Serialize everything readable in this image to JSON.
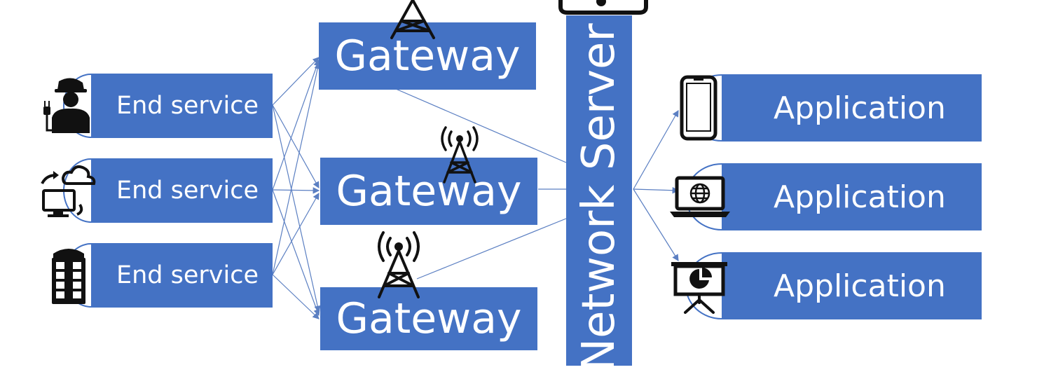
{
  "end_services": [
    {
      "label": "End service",
      "icon": "worker-icon"
    },
    {
      "label": "End service",
      "icon": "cloud-computer-icon"
    },
    {
      "label": "End service",
      "icon": "phone-booth-icon"
    }
  ],
  "gateways": [
    {
      "label": "Gateway",
      "icon": "cell-tower-icon"
    },
    {
      "label": "Gateway",
      "icon": "cell-tower-icon"
    },
    {
      "label": "Gateway",
      "icon": "cell-tower-icon"
    }
  ],
  "network_server": {
    "label": "Network Server",
    "icon": "server-icon"
  },
  "applications": [
    {
      "label": "Application",
      "icon": "smartphone-icon"
    },
    {
      "label": "Application",
      "icon": "laptop-globe-icon"
    },
    {
      "label": "Application",
      "icon": "presentation-chart-icon"
    }
  ],
  "colors": {
    "box_fill": "#4472c4",
    "connector": "#5b7fc2",
    "text": "#ffffff",
    "icon": "#111111"
  }
}
